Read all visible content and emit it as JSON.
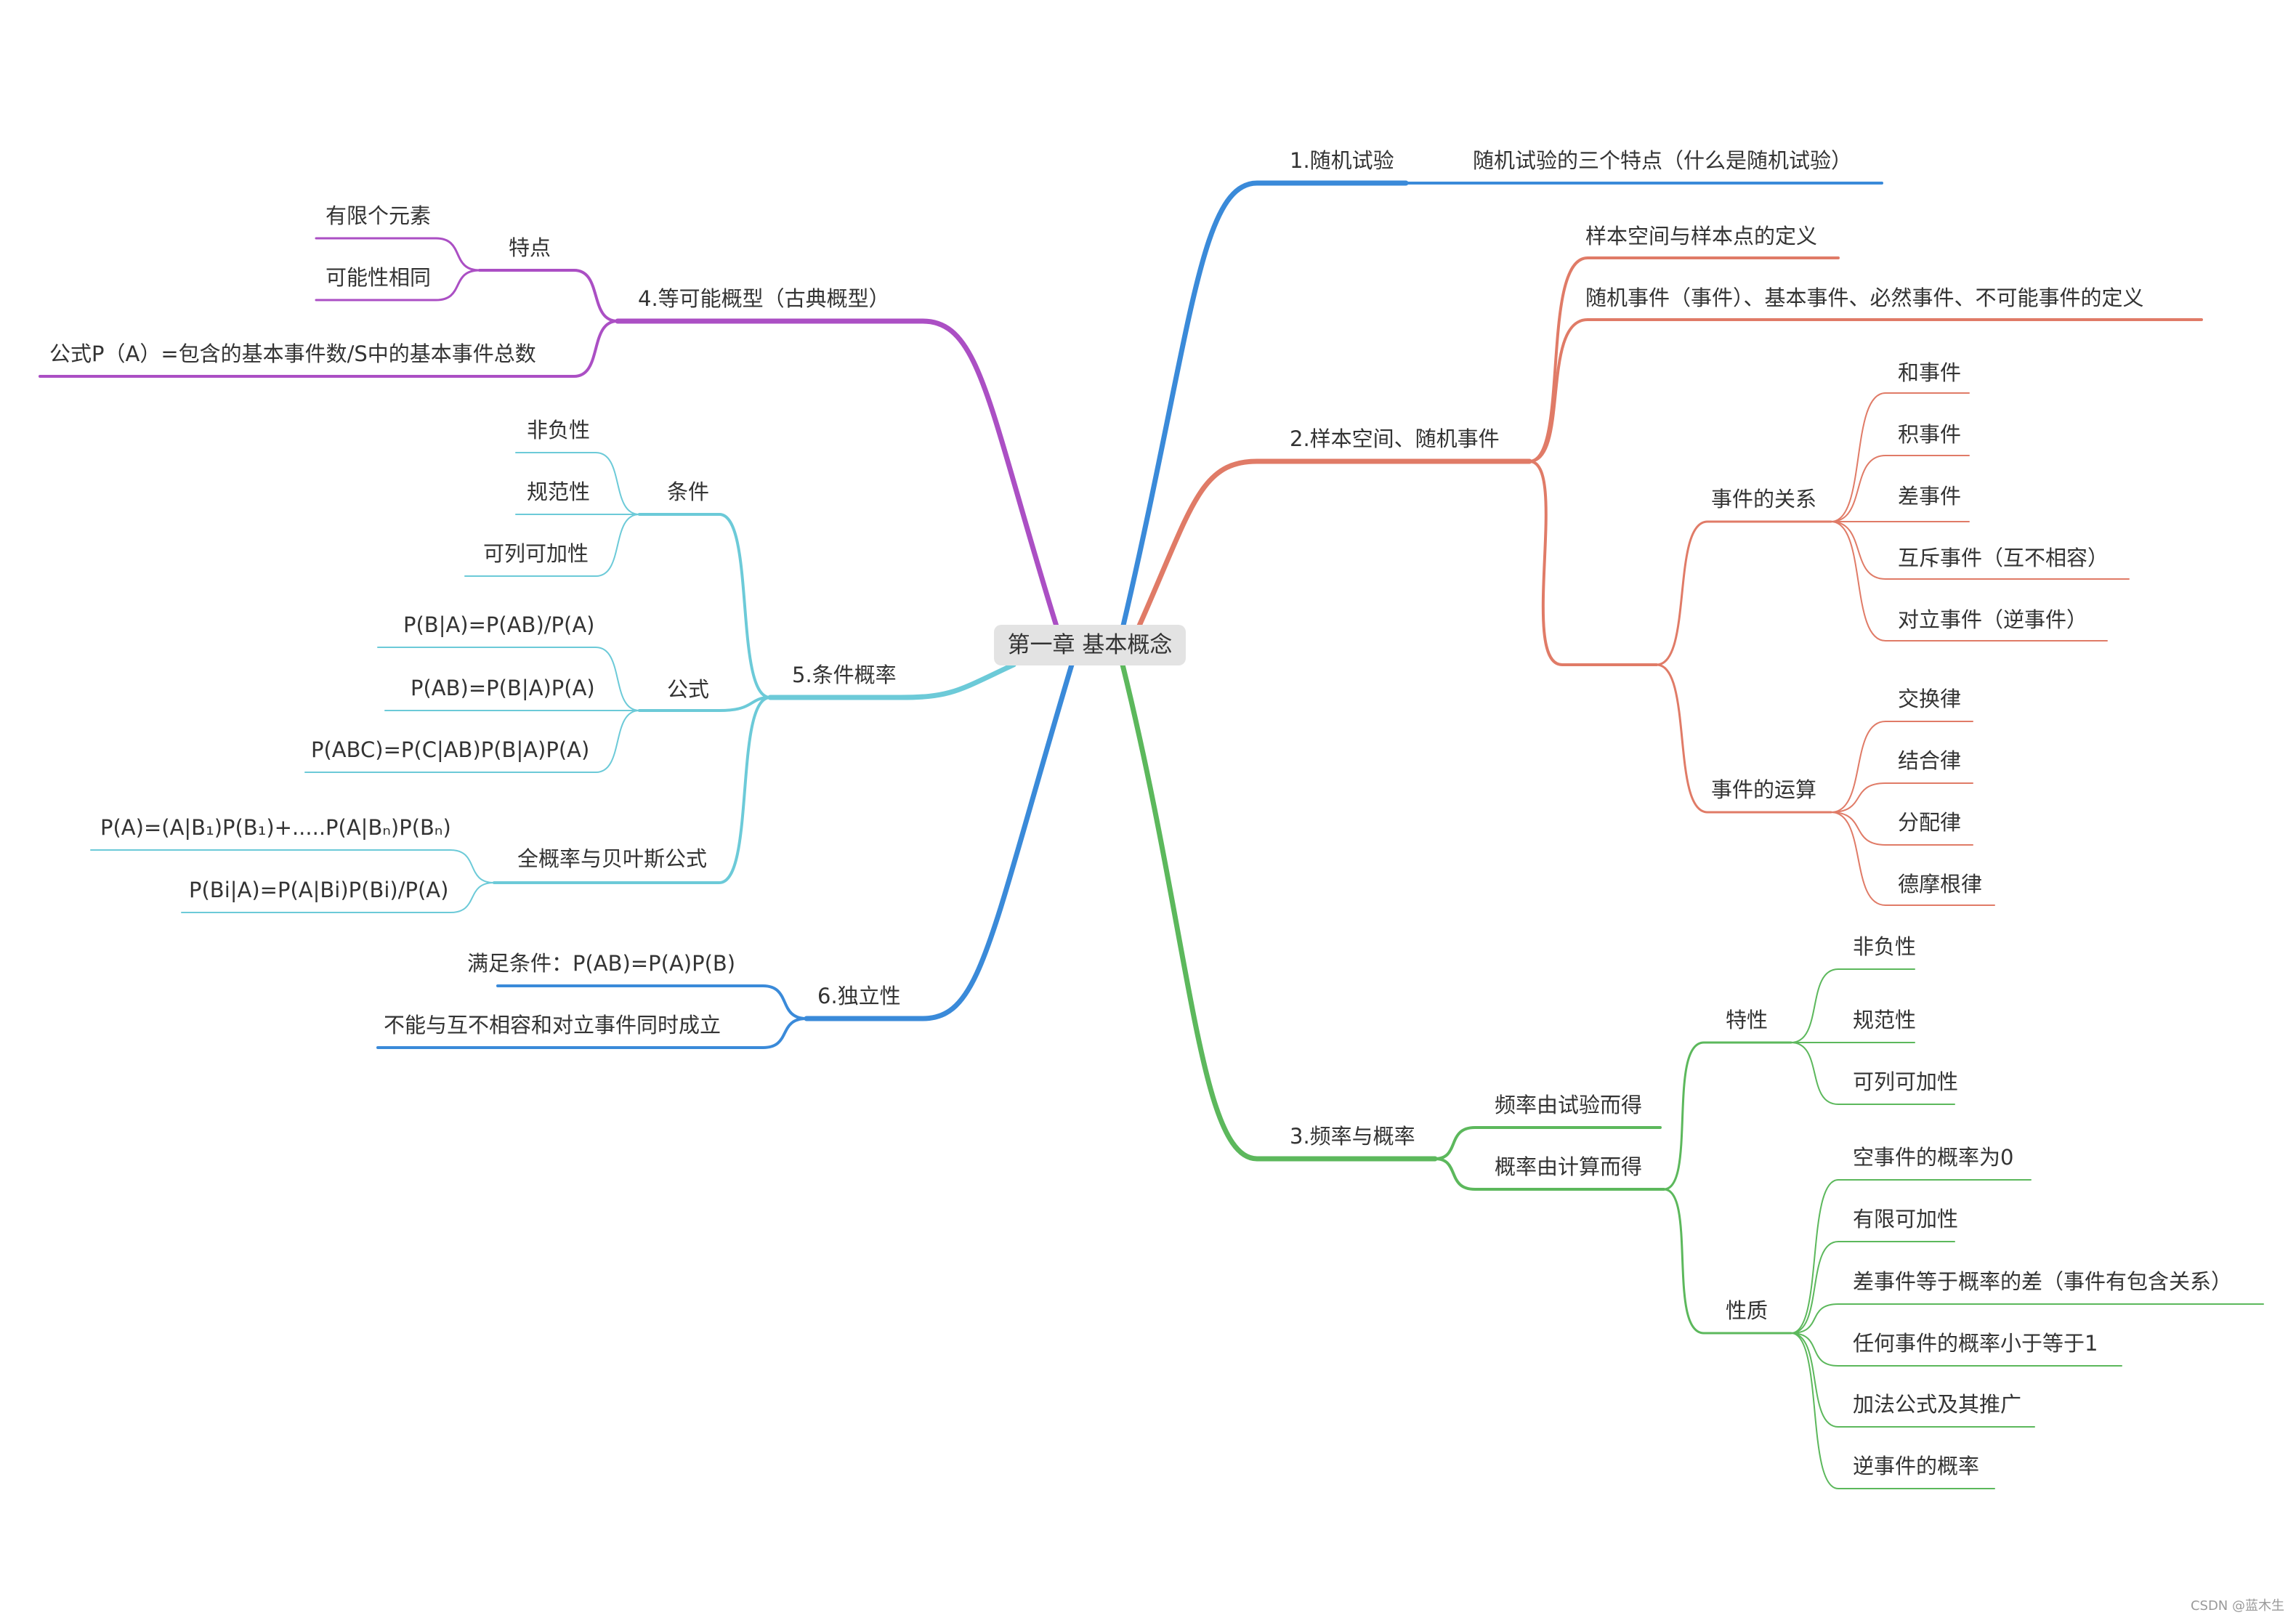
{
  "root": "第一章 基本概念",
  "watermark": "CSDN @蓝木生",
  "colors": {
    "blue": "#3a8ad9",
    "salmon": "#e07b67",
    "green": "#5cb85c",
    "purple": "#ab4fc4",
    "cyan": "#6ccad8",
    "root_fill": "#e3e3e3"
  },
  "branches": {
    "b1": {
      "label": "1.随机试验",
      "child": "随机试验的三个特点（什么是随机试验）"
    },
    "b2": {
      "label": "2.样本空间、随机事件",
      "def1": "样本空间与样本点的定义",
      "def2": "随机事件（事件）、基本事件、必然事件、不可能事件的定义",
      "relations": {
        "label": "事件的关系",
        "items": [
          "和事件",
          "积事件",
          "差事件",
          "互斥事件（互不相容）",
          "对立事件（逆事件）"
        ]
      },
      "operations": {
        "label": "事件的运算",
        "items": [
          "交换律",
          "结合律",
          "分配律",
          "德摩根律"
        ]
      }
    },
    "b3": {
      "label": "3.频率与概率",
      "freq": "频率由试验而得",
      "prob": "概率由计算而得",
      "traits": {
        "label": "特性",
        "items": [
          "非负性",
          "规范性",
          "可列可加性"
        ]
      },
      "props": {
        "label": "性质",
        "items": [
          "空事件的概率为0",
          "有限可加性",
          "差事件等于概率的差（事件有包含关系）",
          "任何事件的概率小于等于1",
          "加法公式及其推广",
          "逆事件的概率"
        ]
      }
    },
    "b4": {
      "label": "4.等可能概型（古典概型）",
      "traits": {
        "label": "特点",
        "items": [
          "有限个元素",
          "可能性相同"
        ]
      },
      "formula": "公式P（A）=包含的基本事件数/S中的基本事件总数"
    },
    "b5": {
      "label": "5.条件概率",
      "cond": {
        "label": "条件",
        "items": [
          "非负性",
          "规范性",
          "可列可加性"
        ]
      },
      "formula": {
        "label": "公式",
        "items": [
          "P(B|A)=P(AB)/P(A)",
          "P(AB)=P(B|A)P(A)",
          "P(ABC)=P(C|AB)P(B|A)P(A)"
        ]
      },
      "bayes": {
        "label": "全概率与贝叶斯公式",
        "items": [
          "P(A)=(A|B₁)P(B₁)+.....P(A|Bₙ)P(Bₙ)",
          "P(Bi|A)=P(A|Bi)P(Bi)/P(A)"
        ]
      }
    },
    "b6": {
      "label": "6.独立性",
      "items": [
        "满足条件：P(AB)=P(A)P(B)",
        "不能与互不相容和对立事件同时成立"
      ]
    }
  }
}
